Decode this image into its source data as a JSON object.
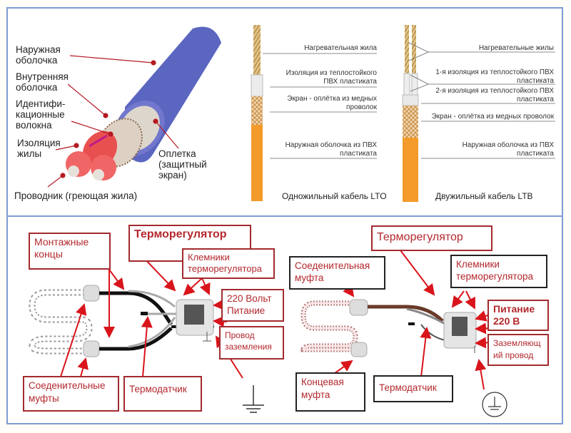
{
  "top_left": {
    "labels": {
      "outer_sheath": "Наружная оболочка",
      "inner_sheath": "Внутренняя оболочка",
      "id_fibers": "Идентифи-кационные волокна",
      "core_insulation": "Изоляция жилы",
      "conductor": "Проводник (греющая жила)",
      "braid": "Оплетка (защитный экран)"
    }
  },
  "top_mid": {
    "caption": "Одножильный кабель LTO",
    "labels": [
      "Нагревательная жила",
      "Изоляция из теплостойкого ПВХ пластиката",
      "Экран - оплётка из медных проволок",
      "Наружная оболочка из ПВХ пластиката"
    ]
  },
  "top_right": {
    "caption": "Двужильный кабель LTB",
    "labels": [
      "Нагревательные жилы",
      "1-я изоляция из теплостойкого ПВХ пластиката",
      "2-я изоляция из теплостойкого ПВХ пластиката",
      "Экран - оплётка из медных проволок",
      "Наружная оболочка из ПВХ пластиката"
    ]
  },
  "bottom_left": {
    "thermostat": "Терморегулятор",
    "mount_ends": "Монтажные концы",
    "terminals": "Клемники терморегулятора",
    "power": "220 Вольт Питание",
    "ground_wire": "Провод заземления",
    "couplings": "Соеденительные муфты",
    "sensor": "Термодатчик"
  },
  "bottom_right": {
    "thermostat": "Терморегулятор",
    "coupling": "Соеденительная муфта",
    "terminals": "Клемники терморегулятора",
    "power": "Питание 220 В",
    "ground_wire": "Заземляющ ий провод",
    "end_coupling": "Концевая муфта",
    "sensor": "Термодатчик"
  },
  "colors": {
    "frame": "#7f9bd3",
    "label_red": "#b3282d",
    "arrow_red": "#d9141b",
    "sheath_blue": "#5b66c0",
    "cable_orange": "#f39a2a"
  }
}
